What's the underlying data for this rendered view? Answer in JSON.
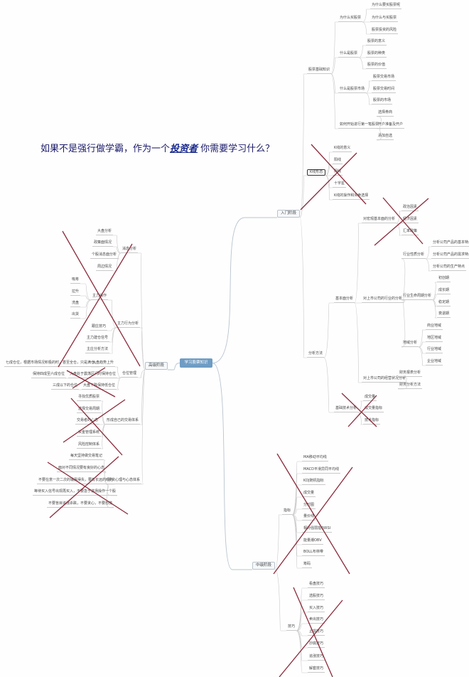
{
  "title": {
    "prefix": "如果不是强行做学霸，作为一个",
    "keyword": "投资者",
    "suffix": " 你需要学习什么？"
  },
  "colors": {
    "root": "#6e9cc4",
    "cross": "#8b2a3a",
    "line": "#c9c9c9",
    "title": "#1c1c6b"
  },
  "nodes": {
    "root": "学习股票知识",
    "b1": "入门阶段",
    "b1a": "股票基础知识",
    "b1a1": "为什么买股票",
    "b1a1a": "为什么要买股票呢",
    "b1a1b": "为什么与买股票",
    "b1a1c": "股票投资的风险",
    "b1a2": "什么是股票",
    "b1a2a": "股票的意义",
    "b1a2b": "股票的种类",
    "b1a2c": "股票的价值",
    "b1a3": "什么是股票市场",
    "b1a3a": "股票交易市场",
    "b1a3b": "股票交易时间",
    "b1a3c": "股票的市场",
    "b1a4": "如何开始进行第一笔股票",
    "b1a4a": "选择券商",
    "b1a4b": "开户准备及开户",
    "b1a4c": "添加自选",
    "b1b": "K线形态",
    "b1b1": "K线的意义",
    "b1b2": "阳线",
    "b1b3": "阴线",
    "b1b4": "十字星",
    "b1b5": "K线的操作和买卖选择",
    "b1c": "分析方法",
    "b1c1": "基本面分析",
    "b1c1a": "对宏观基本面的分析",
    "b1c1a1": "政治因素",
    "b1c1a2": "经济因素",
    "b1c1a3": "汇率政策",
    "b1c1b": "对上市公司的行业的分析",
    "b1c1b1": "行业性质分析",
    "b1c1b1a": "分析公司产品的基本特点",
    "b1c1b1b": "分析公司产品的需求特点",
    "b1c1b1c": "分析公司的生产特点",
    "b1c1b2": "行业生命周期分析",
    "b1c1b2a": "初创期",
    "b1c1b2b": "成长期",
    "b1c1b2c": "稳定期",
    "b1c1b2d": "衰退期",
    "b1c1b3": "地域分析",
    "b1c1b3a": "商业地域",
    "b1c1b3b": "地区地域",
    "b1c1b3c": "行业地域",
    "b1c1b3d": "企业地域",
    "b1c1c": "对上市公司的经营状况分析",
    "b1c1c1": "财务报表分析",
    "b1c1c2": "财务分析方法",
    "b1c2": "基础技术分析",
    "b1c2a": "成交量",
    "b1c2b": "成交量指标",
    "b1c2c": "技术指标",
    "b2": "中级阶段",
    "b2a": "指标",
    "b2a1": "MA移动平均线",
    "b2a2": "MACD平滑异同平均线",
    "b2a3": "KDJ随机指标",
    "b2a4": "成交量",
    "b2a5": "分时图",
    "b2a6": "量价线",
    "b2a7": "相对强弱指标RSI",
    "b2a8": "能量潮OBV",
    "b2a9": "BOLL布林带",
    "b2a10": "筹码",
    "b2b": "技巧",
    "b2b1": "看盘技巧",
    "b2b2": "选股技巧",
    "b2b3": "买入技巧",
    "b2b4": "卖出技巧",
    "b2b5": "止损技巧",
    "b2b6": "抄底技巧",
    "b2b7": "追涨技巧",
    "b2b8": "解套技巧",
    "b3": "高级阶段",
    "b3a": "消息分析",
    "b3a1": "大盘分析",
    "b3a2": "政策面情况",
    "b3a3": "个股消息面分析",
    "b3a4": "周边情况",
    "b3b": "主力行为分析",
    "b3b1": "主力操作",
    "b3b1a": "吸筹",
    "b3b1b": "拉升",
    "b3b1c": "洗盘",
    "b3b1d": "出货",
    "b3b2": "跟庄技巧",
    "b3b3": "主力建仓信号",
    "b3b4": "主庄分析方法",
    "b3c": "仓位管理",
    "b3c1": "大盘趋势上升",
    "b3c1a": "七成仓位，根据市场情况积极的时，甚至全仓，只是满仓。",
    "b3c2": "大盘处于震荡区间时保持仓位",
    "b3c2a": "保持四成至六成仓位",
    "b3c3": "大盘下跌保持低仓位",
    "b3c3a": "三成以下的仓位",
    "b3d": "形成自己的交易体系",
    "b3d1": "寻找优质股票",
    "b3d2": "选择交易周期",
    "b3d3": "交易者的心态",
    "b3d4": "资金管理系统",
    "b3d5": "风险控制体系",
    "b3e": "投资心理与心态体系",
    "b3e1": "每天坚持做交易笔记",
    "b3e2": "面对不同情况要有良好的心态",
    "b3e3": "不要在意一次二次的输赢得失，要有长远的眼光",
    "b3e4": "等待买入信号出现再买入，不要急于进场操作一个股",
    "b3e5": "不要盲目追涨杀跌，不要贪心，不要恐慌"
  }
}
